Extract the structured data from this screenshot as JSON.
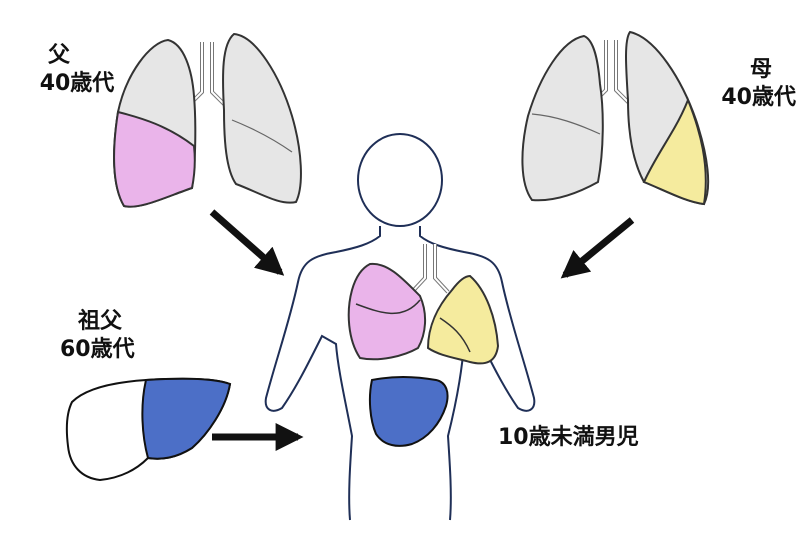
{
  "labels": {
    "father": {
      "line1": "父",
      "line2": "40歳代"
    },
    "mother": {
      "line1": "母",
      "line2": "40歳代"
    },
    "grandfather": {
      "line1": "祖父",
      "line2": "60歳代"
    },
    "boy": "10歳未満男児"
  },
  "colors": {
    "pink": "#eab4ea",
    "yellow": "#f5eb9e",
    "blue": "#4c6fc7",
    "organ_gray": "#e6e6e6",
    "body_outline": "#1f2f57"
  }
}
